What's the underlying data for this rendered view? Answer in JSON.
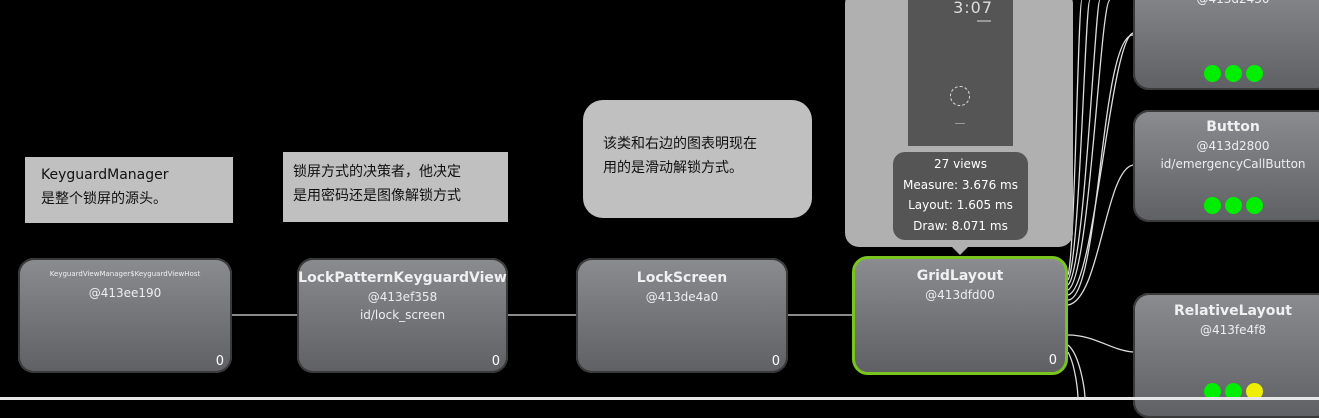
{
  "nodes": [
    {
      "title": "KeyguardViewManager$KeyguardViewHost",
      "id": "@413ee190",
      "res_id": "",
      "count": "0"
    },
    {
      "title": "LockPatternKeyguardView",
      "id": "@413ef358",
      "res_id": "id/lock_screen",
      "count": "0"
    },
    {
      "title": "LockScreen",
      "id": "@413de4a0",
      "res_id": "",
      "count": "0"
    },
    {
      "title": "GridLayout",
      "id": "@413dfd00",
      "res_id": "",
      "count": "0",
      "selected": true
    }
  ],
  "child_nodes": [
    {
      "title": "",
      "id": "@413d2430",
      "res_id": "",
      "dots": [
        "#00ee00",
        "#00ee00",
        "#00ee00"
      ]
    },
    {
      "title": "Button",
      "id": "@413d2800",
      "res_id": "id/emergencyCallButton",
      "dots": [
        "#00ee00",
        "#00ee00",
        "#00ee00"
      ]
    },
    {
      "title": "RelativeLayout",
      "id": "@413fe4f8",
      "res_id": "",
      "dots": [
        "#00ee00",
        "#00ee00",
        "#eeee00"
      ]
    }
  ],
  "notes": [
    {
      "lines": [
        "KeyguardManager",
        "是整个锁屏的源头。"
      ]
    },
    {
      "lines": [
        "锁屏方式的决策者，他决定",
        "是用密码还是图像解锁方式"
      ]
    },
    {
      "lines": [
        "该类和右边的图表明现在",
        "用的是滑动解锁方式。"
      ]
    }
  ],
  "popup": {
    "clock": "3:07",
    "views": "27 views",
    "measure": "Measure: 3.676 ms",
    "layout": "Layout: 1.605 ms",
    "draw": "Draw: 8.071 ms"
  },
  "colors": {
    "selected_border": "#7ac41e",
    "background": "#000000"
  }
}
